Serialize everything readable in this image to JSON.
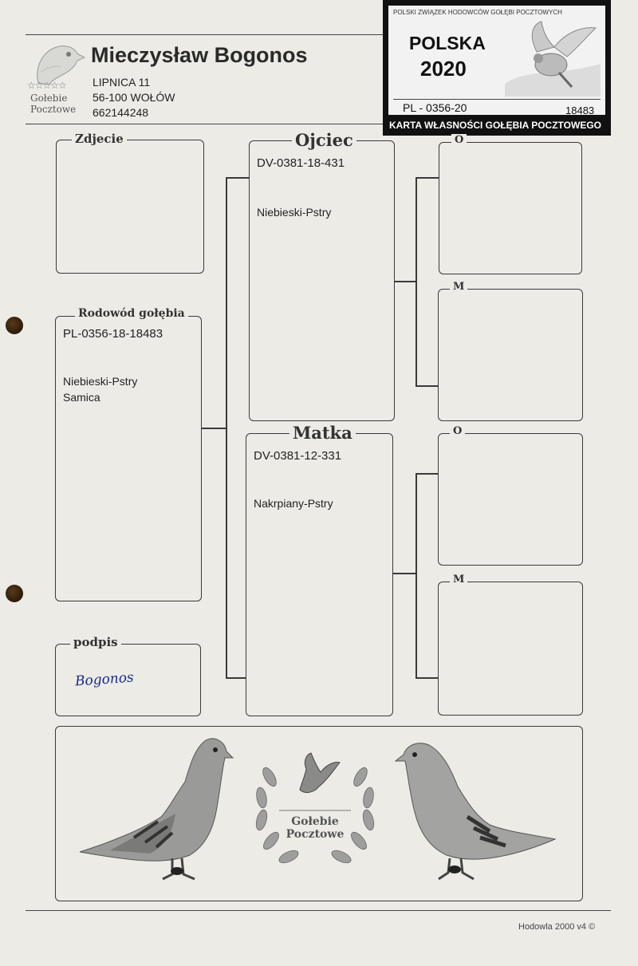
{
  "header": {
    "owner_name": "Mieczysław Bogonos",
    "address_line1": "LIPNICA 11",
    "address_line2": "56-100 WOŁÓW",
    "phone": "662144248",
    "logo_stars": "☆☆☆☆☆",
    "logo_line1": "Gołebie",
    "logo_line2": "Pocztowe"
  },
  "stamp": {
    "org": "POLSKI ZWIĄZEK HODOWCÓW GOŁĘBI POCZTOWYCH",
    "country": "POLSKA",
    "year": "2020",
    "ring": "PL - 0356-20",
    "number": "18483",
    "card_title": "KARTA WŁASNOŚCI GOŁĘBIA POCZTOWEGO"
  },
  "photo_box": {
    "legend": "Zdjecie"
  },
  "pedigree": {
    "legend": "Rodowód gołębia",
    "ring": "PL-0356-18-18483",
    "color": "Niebieski-Pstry",
    "sex": "Samica"
  },
  "signature": {
    "legend": "podpis",
    "value": "Bogonos"
  },
  "father": {
    "legend": "Ojciec",
    "ring": "DV-0381-18-431",
    "color": "Niebieski-Pstry"
  },
  "mother": {
    "legend": "Matka",
    "ring": "DV-0381-12-331",
    "color": "Nakrpiany-Pstry"
  },
  "grandparents": [
    {
      "legend": "O"
    },
    {
      "legend": "M"
    },
    {
      "legend": "O"
    },
    {
      "legend": "M"
    }
  ],
  "emblem": {
    "line1": "Gołebie",
    "line2": "Pocztowe"
  },
  "footer": {
    "credit": "Hodowla 2000 v4 ©"
  }
}
